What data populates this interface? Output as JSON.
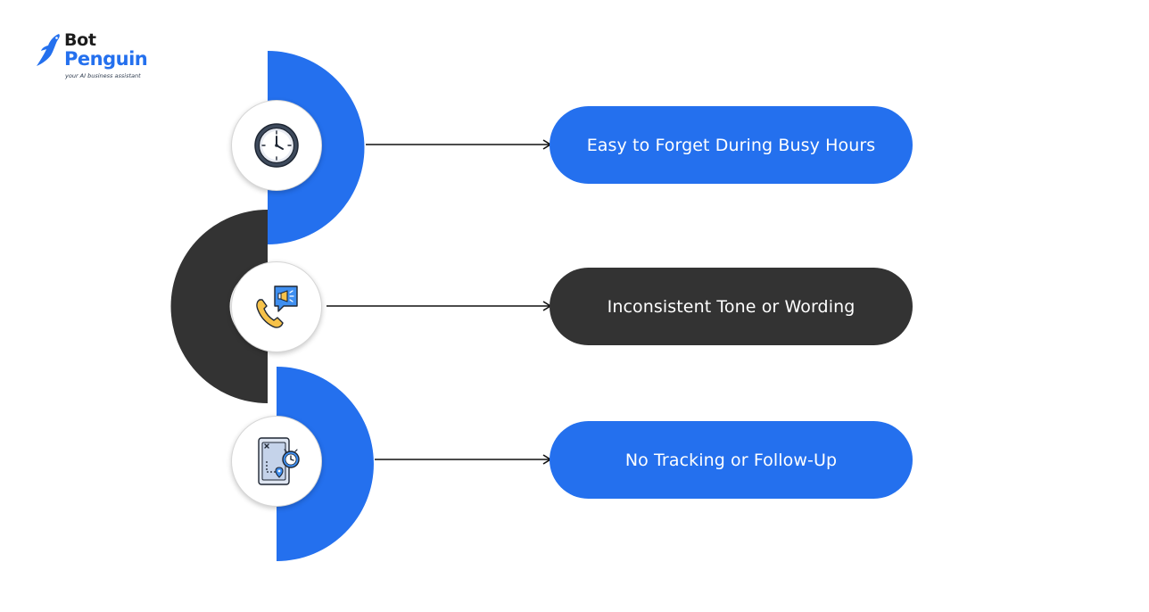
{
  "logo": {
    "line1": "Bot",
    "line2": "Penguin",
    "tagline": "your AI business assistant"
  },
  "colors": {
    "blue": "#2470ee",
    "dark": "#333333",
    "arrow": "#111111"
  },
  "items": [
    {
      "label": "Easy to Forget During Busy Hours",
      "icon": "clock-icon",
      "color": "blue"
    },
    {
      "label": "Inconsistent Tone or Wording",
      "icon": "phone-megaphone-icon",
      "color": "dark"
    },
    {
      "label": "No Tracking or Follow-Up",
      "icon": "map-clock-icon",
      "color": "blue"
    }
  ]
}
